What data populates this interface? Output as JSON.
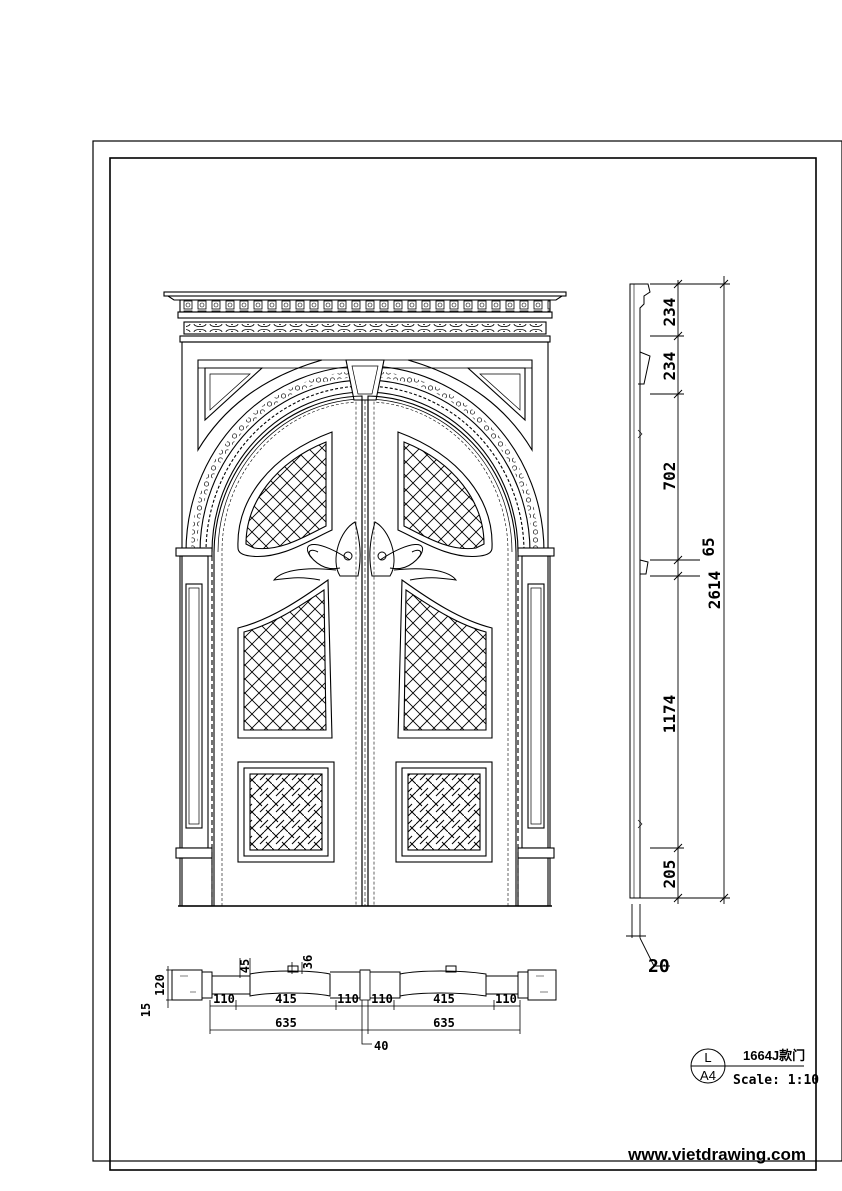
{
  "dimensions": {
    "vertical": {
      "d1": "234",
      "d2": "234",
      "d3": "702",
      "d4": "2614",
      "d5": "65",
      "d6": "1174",
      "d7": "205"
    },
    "thickness": "20",
    "section": {
      "d45": "45",
      "d36": "36",
      "d120": "120",
      "d15": "15",
      "d110a": "110",
      "d415a": "415",
      "d110b": "110",
      "d110c": "110",
      "d415b": "415",
      "d110d": "110",
      "d635a": "635",
      "d635b": "635",
      "d40": "40"
    }
  },
  "title_block": {
    "sheet_letter": "L",
    "sheet_size": "A4",
    "drawing_name": "1664J款门",
    "scale": "Scale: 1:10"
  },
  "watermark": "www.vietdrawing.com"
}
